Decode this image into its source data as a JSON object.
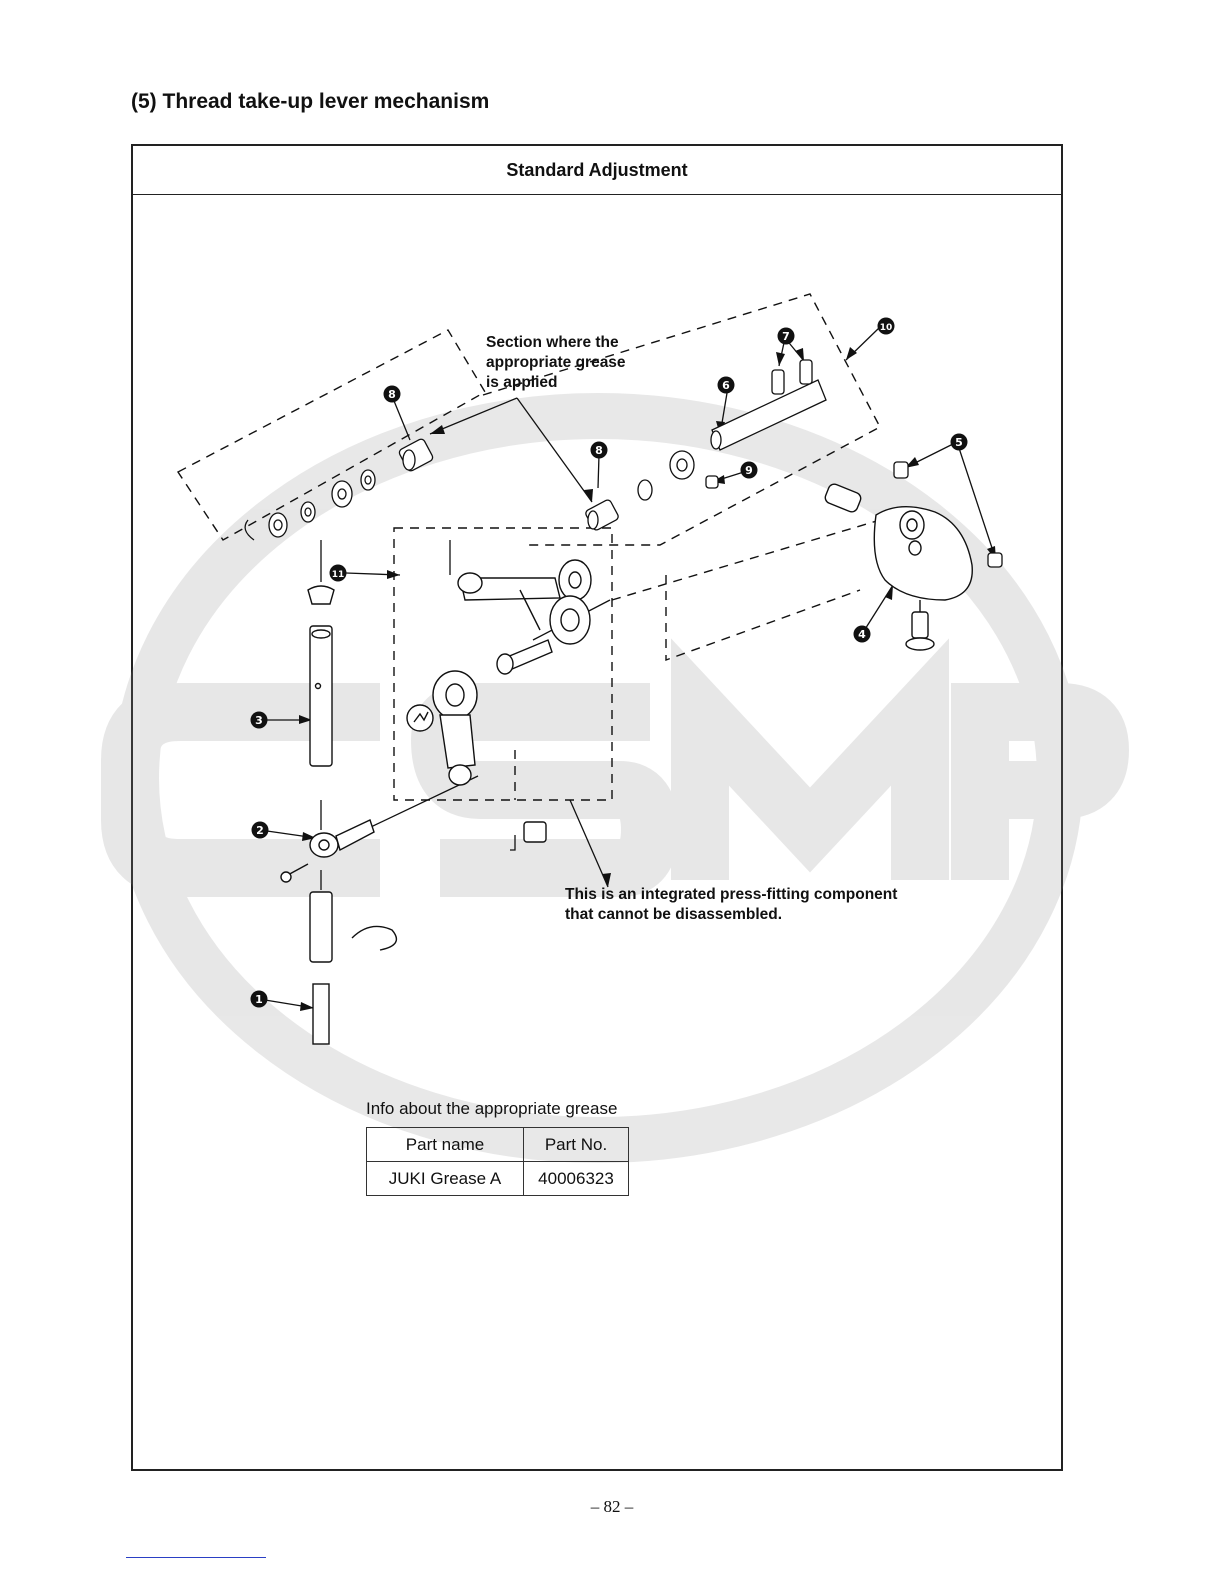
{
  "section_title": "(5) Thread take-up lever mechanism",
  "frame_header": "Standard Adjustment",
  "callouts": {
    "grease": [
      "Section where the",
      "appropriate grease",
      "is applied"
    ],
    "press_fit": [
      "This is an integrated press-fitting component",
      "that cannot be disassembled."
    ]
  },
  "part_markers": [
    "1",
    "2",
    "3",
    "4",
    "5",
    "6",
    "7",
    "8",
    "8",
    "9",
    "10",
    "11"
  ],
  "watermark": "CSMP",
  "grease_info": {
    "title": "Info about the appropriate grease",
    "headers": [
      "Part name",
      "Part No."
    ],
    "rows": [
      [
        "JUKI Grease A",
        "40006323"
      ]
    ]
  },
  "page_number": "– 82 –"
}
